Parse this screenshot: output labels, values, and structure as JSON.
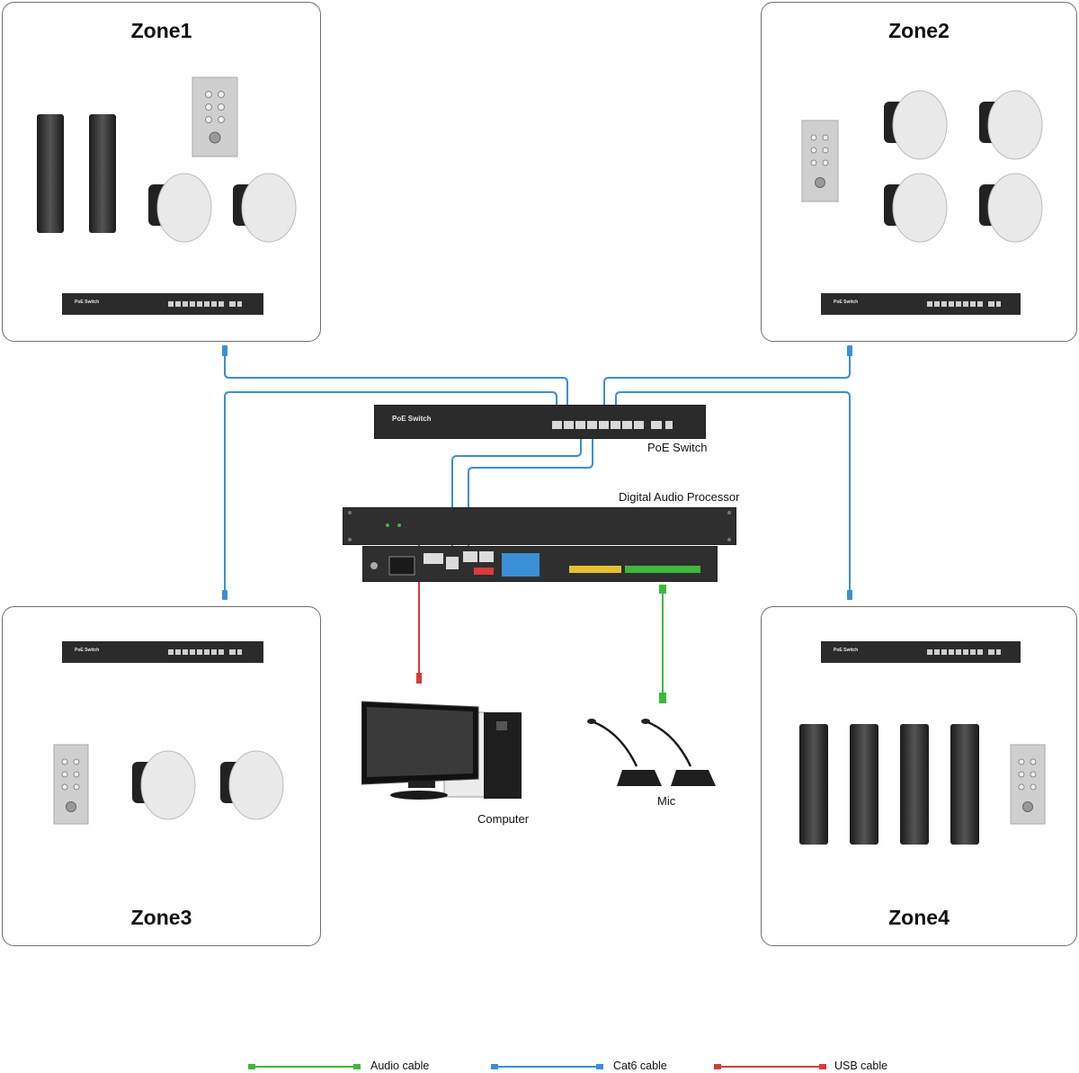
{
  "zones": [
    {
      "title": "Zone1"
    },
    {
      "title": "Zone2"
    },
    {
      "title": "Zone3"
    },
    {
      "title": "Zone4"
    }
  ],
  "devices": {
    "poe_switch_label": "PoE Switch",
    "poe_switch_panel_text": "PoE Switch",
    "dsp_label": "Digital Audio Processor",
    "computer_label": "Computer",
    "mic_label": "Mic"
  },
  "legend": [
    {
      "label": "Audio cable",
      "color": "#3cb83c"
    },
    {
      "label": "Cat6 cable",
      "color": "#3a8fd6"
    },
    {
      "label": "USB cable",
      "color": "#d93a3a"
    }
  ],
  "colors": {
    "cat6": "#3a8fd6",
    "audio": "#3cb83c",
    "usb": "#d93a3a",
    "device_dark": "#2b2b2b",
    "zone_border": "#6f6f6f"
  }
}
